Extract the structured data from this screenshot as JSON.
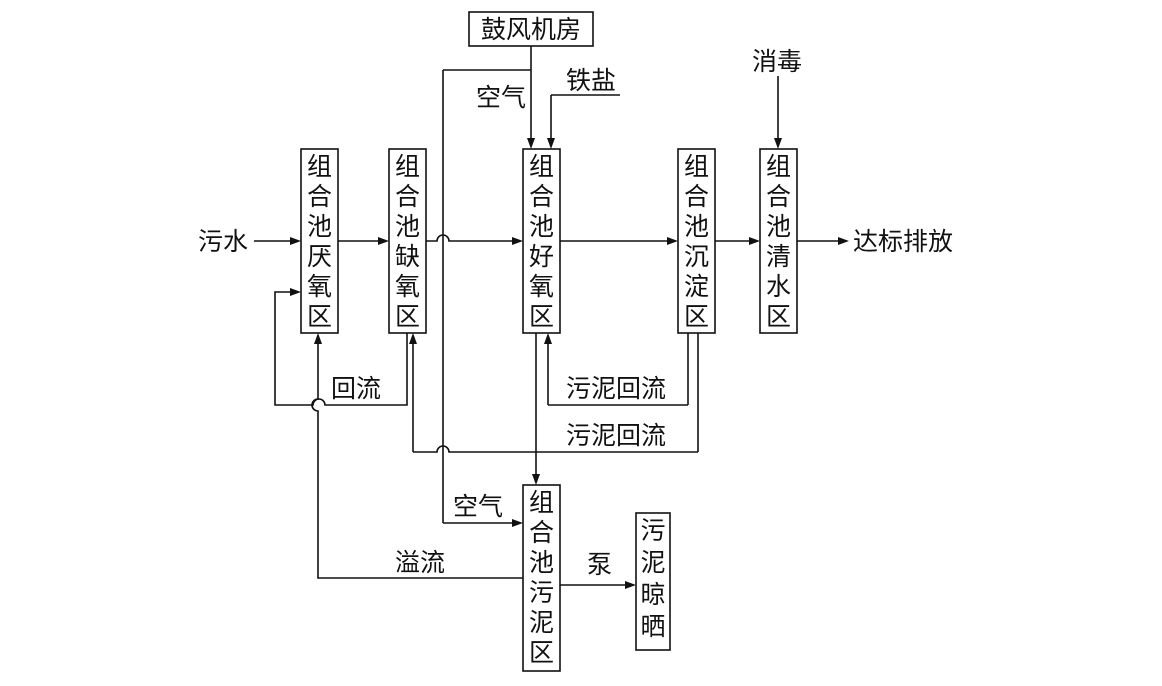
{
  "units": {
    "anaerobic": [
      "组",
      "合",
      "池",
      "厌",
      "氧",
      "区"
    ],
    "anoxic": [
      "组",
      "合",
      "池",
      "缺",
      "氧",
      "区"
    ],
    "aerobic": [
      "组",
      "合",
      "池",
      "好",
      "氧",
      "区"
    ],
    "settling": [
      "组",
      "合",
      "池",
      "沉",
      "淀",
      "区"
    ],
    "clear_water": [
      "组",
      "合",
      "池",
      "清",
      "水",
      "区"
    ],
    "sludge_zone": [
      "组",
      "合",
      "池",
      "污",
      "泥",
      "区"
    ],
    "sludge_drying": [
      "污",
      "泥",
      "晾",
      "晒"
    ],
    "blower_room": "鼓风机房"
  },
  "labels": {
    "sewage_in": "污水",
    "discharge": "达标排放",
    "disinfection": "消毒",
    "iron_salt": "铁盐",
    "air_top": "空气",
    "air_bottom": "空气",
    "reflux": "回流",
    "sludge_reflux_1": "污泥回流",
    "sludge_reflux_2": "污泥回流",
    "overflow": "溢流",
    "pump": "泵"
  }
}
